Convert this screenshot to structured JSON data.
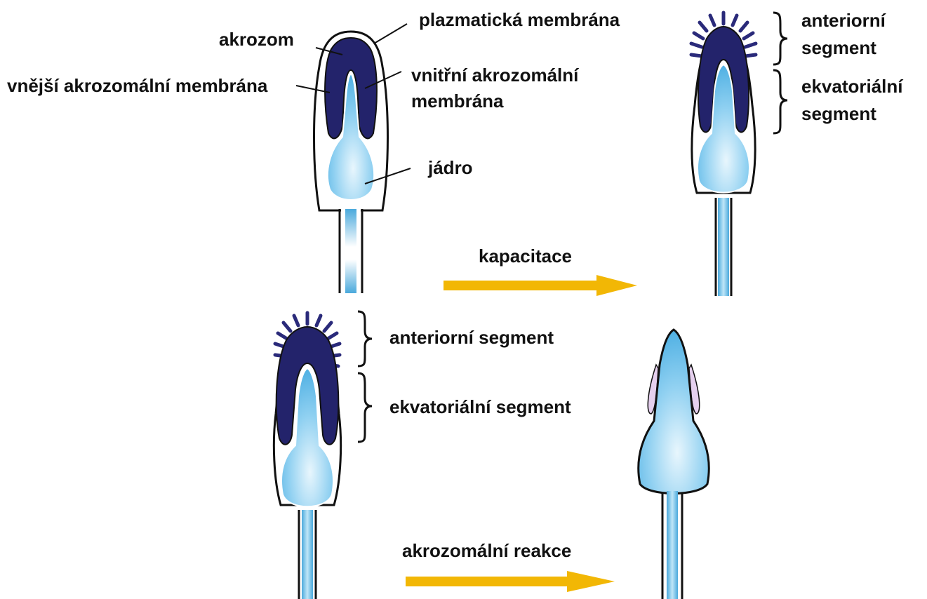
{
  "labels": {
    "akrozom": "akrozom",
    "plazmaticka_membrana": "plazmatická membrána",
    "vnejsi_akrozomalni_membrana": "vnější akrozomální membrána",
    "vnitrni_akrozomalni_membrana_1": "vnitřní akrozomální",
    "vnitrni_akrozomalni_membrana_2": "membrána",
    "jadro": "jádro",
    "top_right_anterior_1": "anteriorní",
    "top_right_anterior_2": "segment",
    "top_right_equatorial_1": "ekvatoriální",
    "top_right_equatorial_2": "segment",
    "kapacitace": "kapacitace",
    "bottom_anterior": "anteriorní segment",
    "bottom_equatorial": "ekvatoriální segment",
    "akrozomalni_reakce": "akrozomální reakce"
  },
  "colors": {
    "acrosome": "#23236b",
    "nucleus": "#5bb8e8",
    "nucleus_light": "#dff1fb",
    "membrane": "#111111",
    "arrow": "#f2b705",
    "remnant": "#e5d0ee"
  }
}
